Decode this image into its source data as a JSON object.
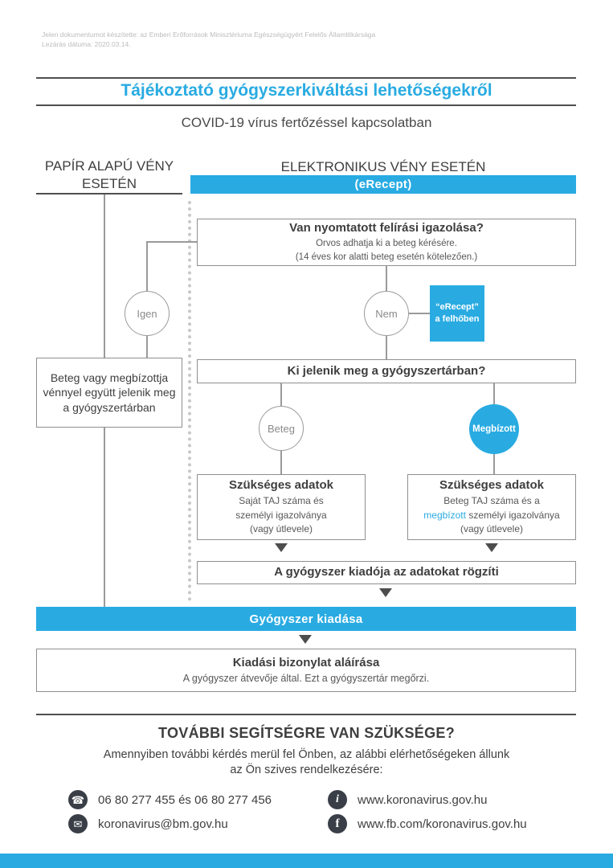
{
  "colors": {
    "accent": "#29abe2",
    "dark": "#3e3e3e"
  },
  "credits": {
    "line1": "Jelen dokumentumot készítette: az Emberi Erőforrások Minisztériuma Egészségügyért Felelős Államtitkársága",
    "line2": "Lezárás dátuma: 2020.03.14."
  },
  "header": {
    "title": "Tájékoztató gyógyszerkiváltási lehetőségekről",
    "subtitle": "COVID-19 vírus fertőzéssel kapcsolatban"
  },
  "columns": {
    "paper_line1": "PAPÍR ALAPÚ VÉNY",
    "paper_line2": "ESETÉN",
    "electronic_heading": "ELEKTRONIKUS VÉNY ESETÉN",
    "electronic_sub": "(eRecept)"
  },
  "flow": {
    "printed_box": {
      "title": "Van nyomtatott felírási igazolása?",
      "sub1": "Orvos adhatja ki a beteg kérésére.",
      "sub2": "(14 éves kor alatti beteg esetén kötelezően.)"
    },
    "yes_circle": "Igen",
    "no_circle": "Nem",
    "cloud_box": {
      "line1": "“eRecept”",
      "line2": "a felhőben"
    },
    "who_box": "Ki jelenik meg a gyógyszertárban?",
    "paper_box": "Beteg vagy megbízottja vénnyel együtt jelenik meg a gyógyszertárban",
    "patient_circle": "Beteg",
    "agent_circle": "Megbízott",
    "patient_data_box": {
      "title": "Szükséges adatok",
      "line1": "Saját TAJ száma és",
      "line2": "személyi igazolványa",
      "line3": "(vagy útlevele)"
    },
    "agent_data_box": {
      "title": "Szükséges adatok",
      "line1": "Beteg TAJ száma és a",
      "line2_highlight": "megbízott",
      "line2_rest": " személyi igazolványa",
      "line3": "(vagy útlevele)"
    },
    "record_box": "A gyógyszer kiadója az adatokat rögzíti",
    "dispense_bar": "Gyógyszer kiadása",
    "receipt_box": {
      "title": "Kiadási bizonylat aláírása",
      "sub": "A gyógyszer átvevője által. Ezt a gyógyszertár megőrzi."
    }
  },
  "footer": {
    "heading": "TOVÁBBI SEGÍTSÉGRE VAN SZÜKSÉGE?",
    "line1": "Amennyiben további kérdés merül fel Önben, az alábbi elérhetőségeken állunk",
    "line2": "az Ön szives rendelkezésére:",
    "contacts": [
      {
        "icon": "phone-icon",
        "label": "06 80 277 455 és  06 80 277 456"
      },
      {
        "icon": "email-icon",
        "label": "koronavirus@bm.gov.hu"
      },
      {
        "icon": "info-icon",
        "label": "www.koronavirus.gov.hu"
      },
      {
        "icon": "facebook-icon",
        "label": "www.fb.com/koronavirus.gov.hu"
      }
    ]
  },
  "icons": {
    "phone": "☎",
    "email": "✉",
    "info": "i",
    "facebook": "f"
  }
}
